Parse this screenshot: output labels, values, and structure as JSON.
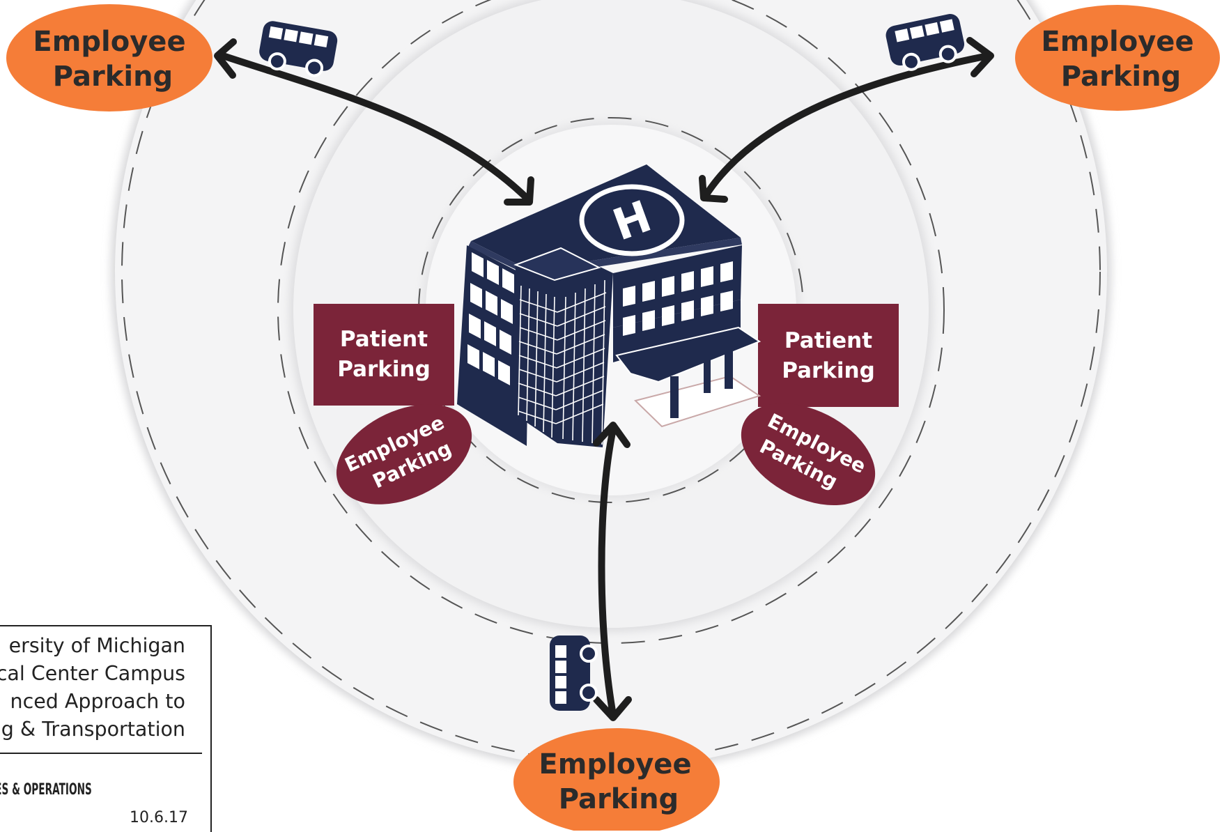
{
  "outer_ovals": {
    "top_left": {
      "line1": "Employee",
      "line2": "Parking"
    },
    "top_right": {
      "line1": "Employee",
      "line2": "Parking"
    },
    "bottom": {
      "line1": "Employee",
      "line2": "Parking"
    }
  },
  "patient_parking": {
    "left": {
      "line1": "Patient",
      "line2": "Parking"
    },
    "right": {
      "line1": "Patient",
      "line2": "Parking"
    }
  },
  "inner_employee": {
    "left": {
      "line1": "Employee",
      "line2": "Parking"
    },
    "right": {
      "line1": "Employee",
      "line2": "Parking"
    }
  },
  "helipad_letter": "H",
  "caption": {
    "line1": "ersity of Michigan",
    "line2": "cal Center Campus",
    "line3": "nced Approach to",
    "line4": "ng & Transportation",
    "department": "TIES & OPERATIONS",
    "date": "10.6.17"
  },
  "colors": {
    "orange": "#f57d38",
    "maroon": "#7b2439",
    "navy": "#1f2a4d",
    "arrow": "#1e1e1e",
    "ring": "#f1f1f2"
  }
}
